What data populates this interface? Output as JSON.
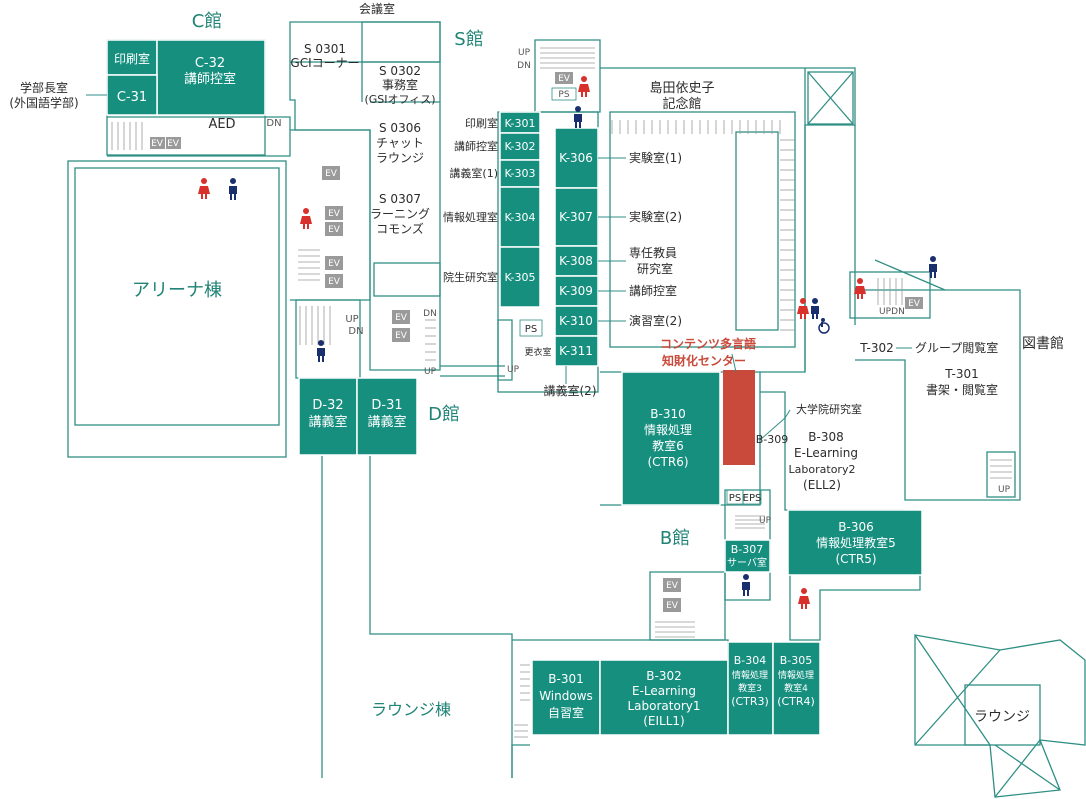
{
  "colors": {
    "line": "#2f8f84",
    "room": "#168f7f",
    "highlight": "#c94a3b",
    "gray": "#9a9a9a",
    "female": "#d8312b",
    "male": "#1a2f6e",
    "text_dark": "#2c2c2c",
    "text_teal": "#1f8375",
    "text_red": "#c94a3b"
  },
  "buildings": {
    "c": "C館",
    "s": "S館",
    "d": "D館",
    "b": "B館",
    "shimada": [
      "島田依史子",
      "記念館"
    ],
    "library": "図書館",
    "arena": "アリーナ棟",
    "lounge_bldg": "ラウンジ棟",
    "lounge": "ラウンジ"
  },
  "rooms": {
    "c_print": "印刷室",
    "c32": [
      "C-32",
      "講師控室"
    ],
    "c31": "C-31",
    "dean": [
      "学部長室",
      "(外国語学部)"
    ],
    "aed": "AED",
    "s_kaigi": "会議室",
    "s0301": [
      "S 0301",
      "GCIコーナー"
    ],
    "s0302": [
      "S 0302",
      "事務室",
      "(GSIオフィス)"
    ],
    "s0306": [
      "S 0306",
      "チャット",
      "ラウンジ"
    ],
    "s0307": [
      "S 0307",
      "ラーニング",
      "コモンズ"
    ],
    "k301": "K-301",
    "k302": "K-302",
    "k303": "K-303",
    "k304": "K-304",
    "k305": "K-305",
    "k306": "K-306",
    "k307": "K-307",
    "k308": "K-308",
    "k309": "K-309",
    "k310": "K-310",
    "k311": "K-311",
    "k_labels_left": [
      "印刷室",
      "講師控室",
      "講義室(1)",
      "情報処理室",
      "院生研究室"
    ],
    "k_labels_right": [
      "実験室(1)",
      "実験室(2)",
      "専任教員",
      "研究室",
      "講師控室",
      "演習室(2)"
    ],
    "k_kouginshitsu2": "講義室(2)",
    "k_ps": "PS",
    "k_koui": "更衣室",
    "d32": [
      "D-32",
      "講義室"
    ],
    "d31": [
      "D-31",
      "講義室"
    ],
    "contents": [
      "コンテンツ多言語",
      "知財化センター"
    ],
    "b310": [
      "B-310",
      "情報処理",
      "教室6",
      "(CTR6)"
    ],
    "b309": "B-309",
    "grad": "大学院研究室",
    "b308": [
      "B-308",
      "E-Learning",
      "Laboratory2",
      "(ELL2)"
    ],
    "b306": [
      "B-306",
      "情報処理教室5",
      "(CTR5)"
    ],
    "b307": [
      "B-307",
      "サーバ室"
    ],
    "b301": [
      "B-301",
      "Windows",
      "自習室"
    ],
    "b302": [
      "B-302",
      "E-Learning",
      "Laboratory1",
      "(EILL1)"
    ],
    "b304": [
      "B-304",
      "情報処理",
      "教室3",
      "(CTR3)"
    ],
    "b305": [
      "B-305",
      "情報処理",
      "教室4",
      "(CTR4)"
    ],
    "t302": "T-302",
    "t302_label": "グループ閲覧室",
    "t301": [
      "T-301",
      "書架・閲覧室"
    ],
    "ps": "PS",
    "eps": "EPS"
  },
  "markers": {
    "ev": "EV",
    "up": "UP",
    "dn": "DN",
    "ps": "PS"
  }
}
